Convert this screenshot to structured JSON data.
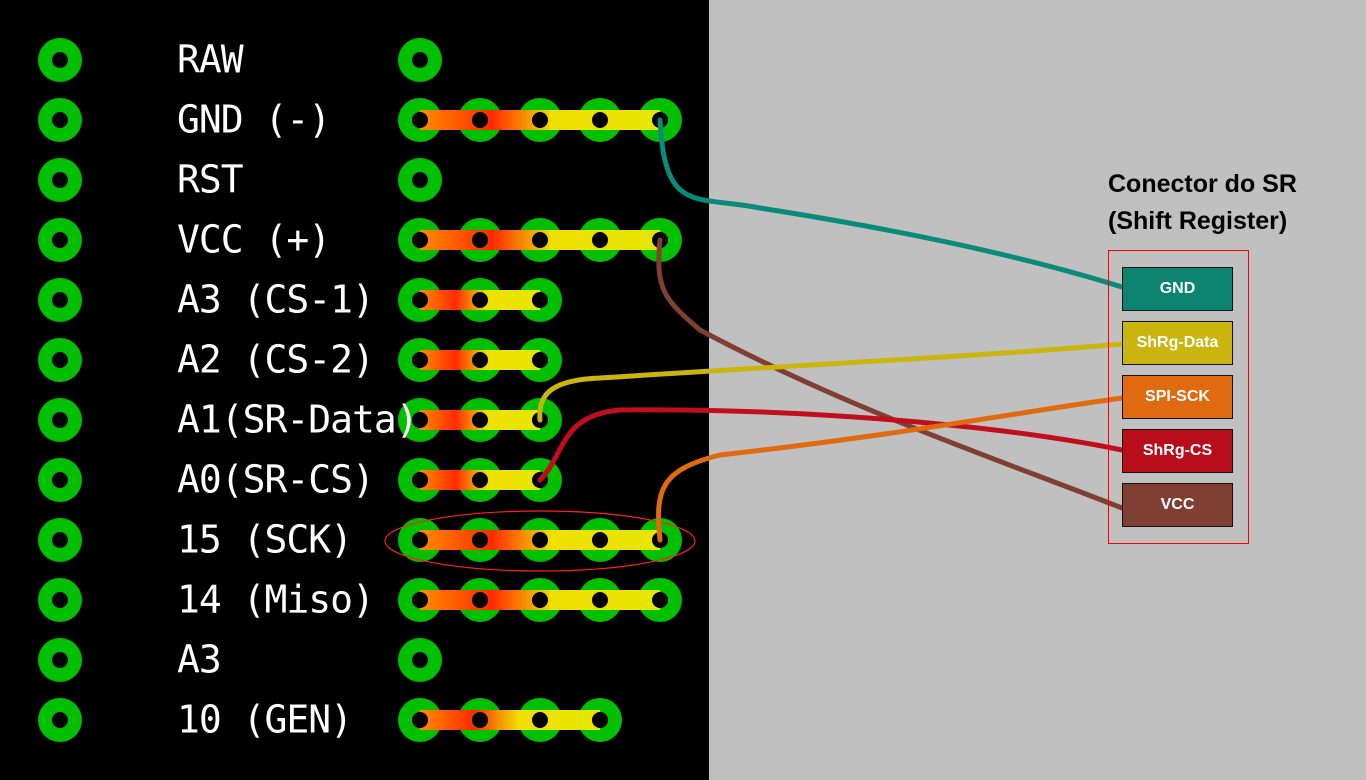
{
  "pin_labels": [
    "RAW",
    "GND (-)",
    "RST",
    "VCC (+)",
    "A3 (CS-1)",
    "A2 (CS-2)",
    "A1(SR-Data)",
    "A0(SR-CS)",
    "15 (SCK)",
    "14 (Miso)",
    "A3",
    "10 (GEN)"
  ],
  "strip_lengths": [
    0,
    4,
    0,
    4,
    2,
    2,
    2,
    2,
    4,
    4,
    0,
    3
  ],
  "connector": {
    "title_line1": "Conector do SR",
    "title_line2": "(Shift Register)",
    "pins": [
      {
        "label": "GND",
        "color": "#0d8470"
      },
      {
        "label": "ShRg-Data",
        "color": "#c9b50e"
      },
      {
        "label": "SPI-SCK",
        "color": "#e06a10"
      },
      {
        "label": "ShRg-CS",
        "color": "#b80e1c"
      },
      {
        "label": "VCC",
        "color": "#7f3f33"
      }
    ]
  },
  "colors": {
    "pad": "#00c000",
    "trace_start": "#ff8c00",
    "trace_red": "#ff2000",
    "trace_end": "#e6e600",
    "wire_gnd": "#0a8a78",
    "wire_vcc": "#7f3f33",
    "wire_data": "#c9b50e",
    "wire_cs": "#c00e1e",
    "wire_sck": "#e06a10",
    "highlight": "#ff0000"
  }
}
